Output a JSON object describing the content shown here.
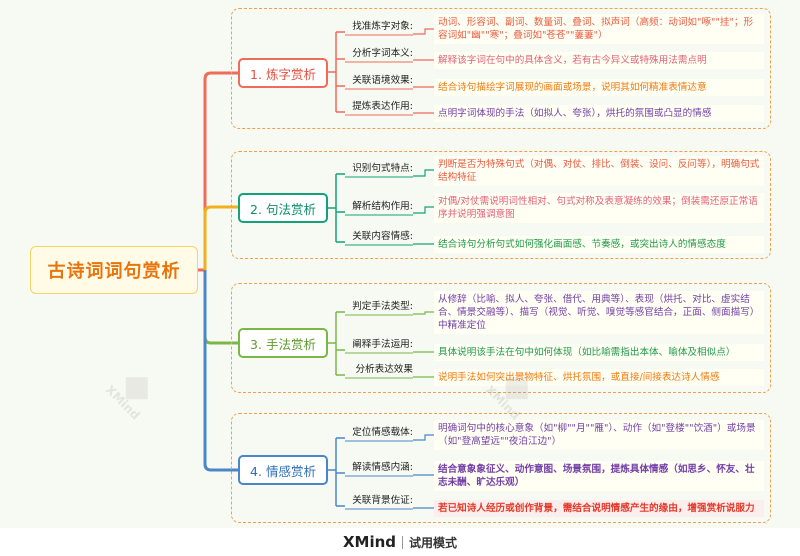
{
  "root": {
    "title": "古诗词词句赏析"
  },
  "branches": [
    {
      "label": "1. 炼字赏析",
      "items": [
        {
          "label": "找准炼字对象:",
          "text": "动词、形容词、副词、数量词、叠词、拟声词（高频：动词如\"啄\"\"挂\"；形容词如\"幽\"\"寒\"；叠词如\"苍苍\"\"萋萋\"）"
        },
        {
          "label": "分析字词本义:",
          "text": "解释该字词在句中的具体含义，若有古今异义或特殊用法需点明"
        },
        {
          "label": "关联语境效果:",
          "text": "结合诗句描绘字词展现的画面或场景，说明其如何精准表情达意"
        },
        {
          "label": "提炼表达作用:",
          "text": "点明字词体现的手法（如拟人、夸张），烘托的氛围或凸显的情感"
        }
      ]
    },
    {
      "label": "2. 句法赏析",
      "items": [
        {
          "label": "识别句式特点:",
          "text": "判断是否为特殊句式（对偶、对仗、排比、倒装、设问、反问等），明确句式结构特征"
        },
        {
          "label": "解析结构作用:",
          "text": "对偶/对仗需说明词性相对、句式对称及表意凝练的效果；倒装需还原正常语序并说明强调意图"
        },
        {
          "label": "关联内容情感:",
          "text": "结合诗句分析句式如何强化画面感、节奏感，或突出诗人的情感态度"
        }
      ]
    },
    {
      "label": "3. 手法赏析",
      "items": [
        {
          "label": "判定手法类型:",
          "text": "从修辞（比喻、拟人、夸张、借代、用典等）、表现（烘托、对比、虚实结合、情景交融等）、描写（视觉、听觉、嗅觉等感官结合，正面、侧面描写）中精准定位"
        },
        {
          "label": "阐释手法运用:",
          "text": "具体说明该手法在句中如何体现（如比喻需指出本体、喻体及相似点）"
        },
        {
          "label": "分析表达效果",
          "text": "说明手法如何突出景物特征、烘托氛围，或直接/间接表达诗人情感"
        }
      ]
    },
    {
      "label": "4. 情感赏析",
      "items": [
        {
          "label": "定位情感载体:",
          "text": "明确词句中的核心意象（如\"柳\"\"月\"\"雁\"）、动作（如\"登楼\"\"饮酒\"）或场景（如\"登高望远\"\"夜泊江边\"）"
        },
        {
          "label": "解读情感内涵:",
          "text": "结合意象象征义、动作意图、场景氛围，提炼具体情感（如思乡、怀友、壮志未酬、旷达乐观）"
        },
        {
          "label": "关联背景佐证:",
          "text": "若已知诗人经历或创作背景，需结合说明情感产生的缘由，增强赏析说服力"
        }
      ]
    }
  ],
  "watermark": {
    "text": "XMind"
  },
  "footer": {
    "brand": "XMind",
    "mode": "试用模式"
  },
  "colors": {
    "branch1": "#ef6b5b",
    "branch2": "#12a37a",
    "branch3": "#7ab648",
    "branch4": "#4a86c8",
    "group_border": "#f0a04b",
    "root_text": "#e8740c"
  }
}
